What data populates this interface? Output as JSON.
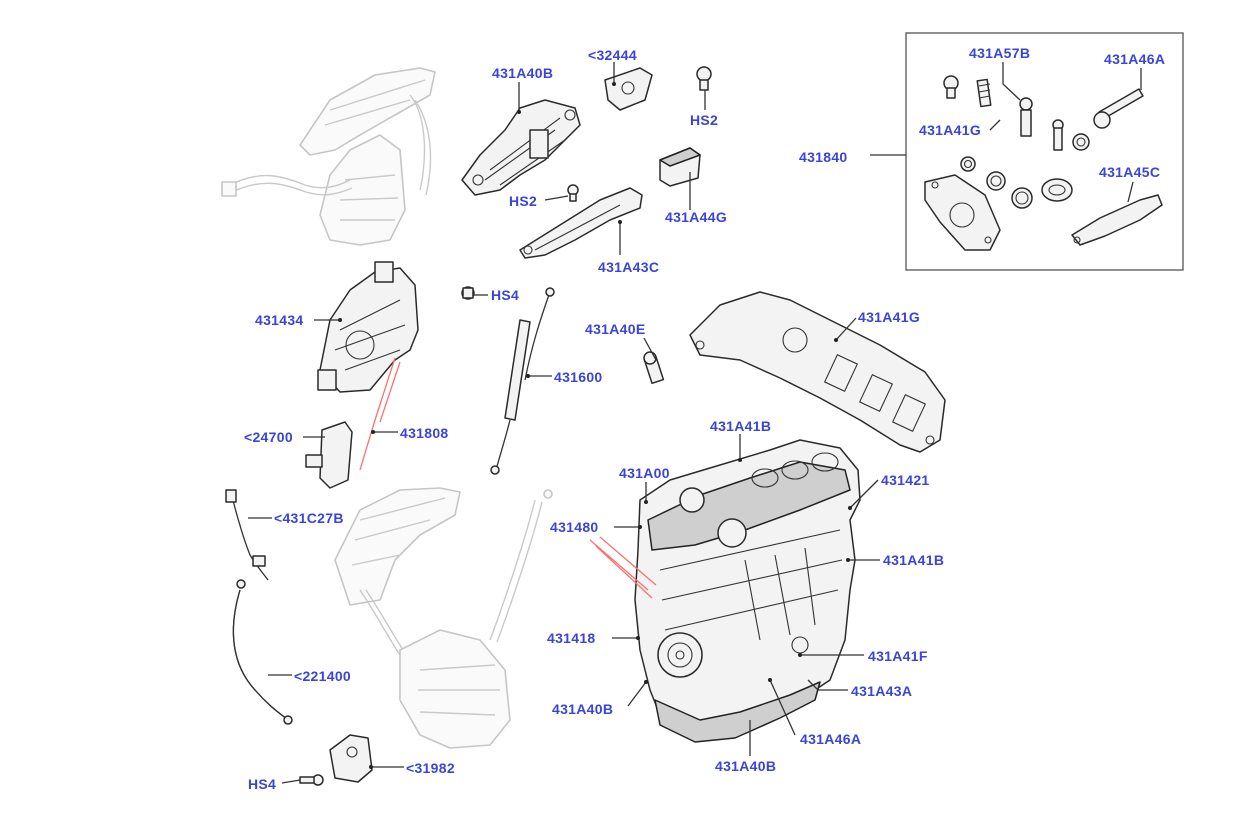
{
  "labels": {
    "a431A40B_top": "431A40B",
    "a32444": "<32444",
    "aHS2_top": "HS2",
    "aHS2_mid": "HS2",
    "a431A44G": "431A44G",
    "a431A43C": "431A43C",
    "a431434": "431434",
    "aHS4_mid": "HS4",
    "a431A40E": "431A40E",
    "a431600": "431600",
    "a431808": "431808",
    "a24700": "<24700",
    "a431C27B": "<431C27B",
    "a221400": "<221400",
    "aHS4_bot": "HS4",
    "a31982": "<31982",
    "a431A41G_main": "431A41G",
    "a431A41B_top": "431A41B",
    "a431A00": "431A00",
    "a431421": "431421",
    "a431480": "431480",
    "a431A41B_right": "431A41B",
    "a431418": "431418",
    "a431A41F": "431A41F",
    "a431A43A": "431A43A",
    "a431A40B_bot1": "431A40B",
    "a431A46A_main": "431A46A",
    "a431A40B_bot2": "431A40B",
    "a431840": "431840",
    "a431A57B": "431A57B",
    "a431A46A_inset": "431A46A",
    "a431A41G_inset": "431A41G",
    "a431A45C": "431A45C"
  }
}
